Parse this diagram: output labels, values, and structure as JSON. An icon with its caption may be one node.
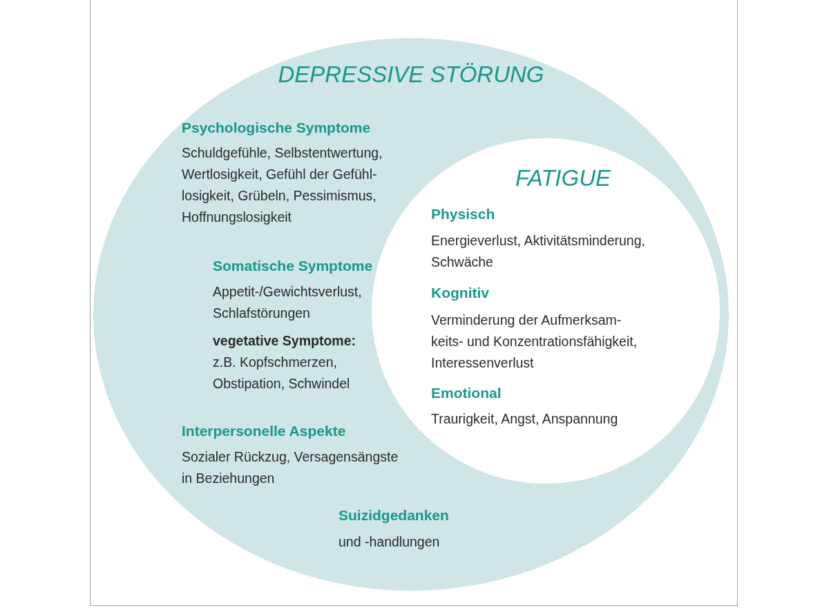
{
  "diagram": {
    "nodes": [
      {
        "text": [
          "DEPRESSIVE STÖRUNG",
          "Psychologische Symptome",
          "Schuldgefühle, Selbstentwertung, Wertlosigkeit, Gefühl der Gefühl- losigkeit, Grübeln, Pessimismus, Hoffnungslosigkeit",
          "Somatische Symptome",
          "Appetit-/Gewichtsverlust, Schlafstörungen",
          "**vegetative Symptome:** z.B. Kopfschmerzen, Obstipation, Schwindel",
          "Interpersonelle Aspekte",
          "Sozialer Rückzug, Versagensängste in Beziehungen",
          "Suizidgedanken",
          "und -handlungen"
        ]
      },
      {
        "text": [
          "FATIGUE",
          "Physisch",
          "Energieverlust, Aktivitätsminderung, Schwäche",
          "Kognitiv",
          "Verminderung der Aufmerksam- keits- und Konzentrationsfähigkeit, Interessenverlust",
          "Emotional",
          "Traurigkeit, Angst, Anspannung"
        ],
        "in": 0
      }
    ],
    "edges": []
  }
}
